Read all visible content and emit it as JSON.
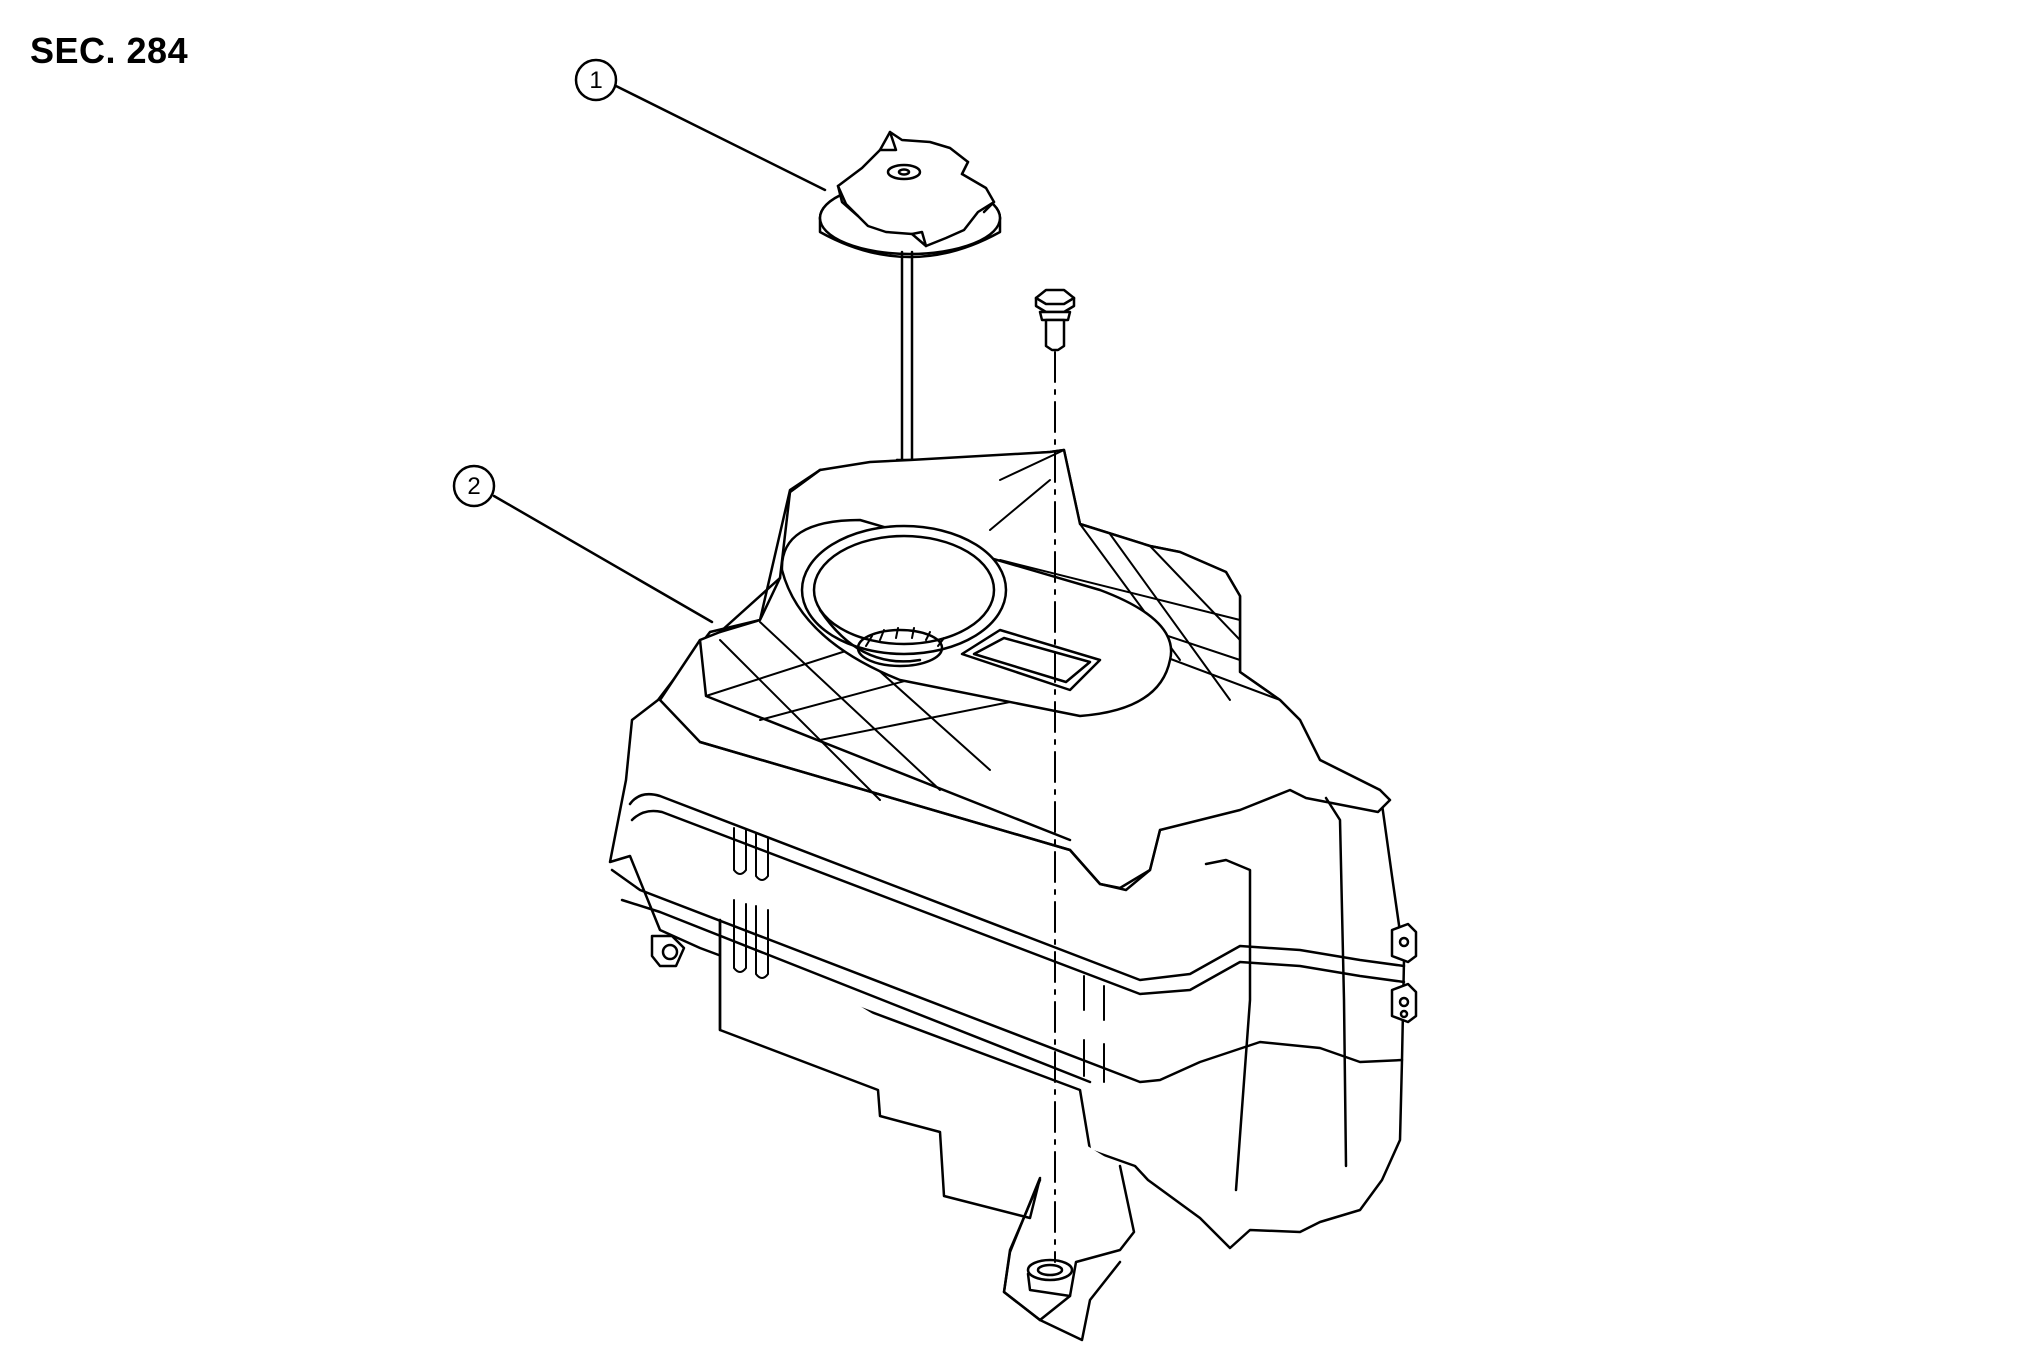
{
  "header": {
    "section_code": "SEC. 284"
  },
  "callouts": [
    {
      "number": "1"
    },
    {
      "number": "2"
    }
  ],
  "colors": {
    "line": "#000000",
    "fill": "#ffffff"
  },
  "icons": [
    "reservoir-cap-icon",
    "reservoir-tank-icon",
    "bolt-icon"
  ]
}
